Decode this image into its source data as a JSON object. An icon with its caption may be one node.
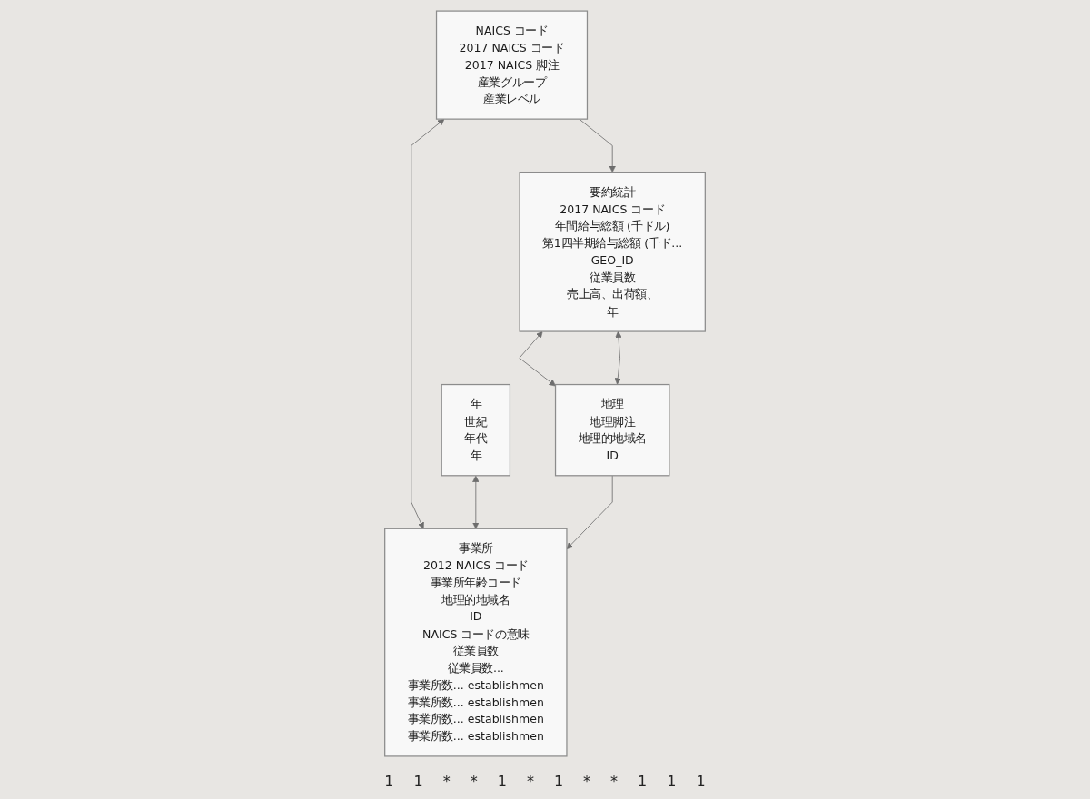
{
  "diagram": {
    "nodes": [
      {
        "text": [
          "NAICS コード",
          "2017 NAICS コード",
          "2017 NAICS 脚注",
          "産業グループ",
          "産業レベル"
        ]
      },
      {
        "text": [
          "年",
          "世紀",
          "年代",
          "年"
        ]
      },
      {
        "text": [
          "事業所",
          "2012 NAICS コード",
          "事業所年齢コード",
          "地理的地域名",
          "ID",
          "NAICS コードの意味",
          "従業員数",
          "従業員数...",
          "事業所数... establishmen",
          "事業所数... establishmen",
          "事業所数... establishmen",
          "事業所数... establishmen"
        ]
      },
      {
        "text": [
          "要約統計",
          "2017 NAICS コード",
          "年間給与総額 (千ドル)",
          "第1四半期給与総額 (千ド...",
          "GEO_ID",
          "従業員数",
          "売上高、出荷額、",
          "年"
        ]
      },
      {
        "text": [
          "地理",
          "地理脚注",
          "地理的地域名",
          "ID"
        ]
      }
    ],
    "edges": [
      {
        "from": 0,
        "to": 2,
        "arrow": "both"
      },
      {
        "from": 0,
        "to": 3,
        "arrow": "to"
      },
      {
        "from": 1,
        "to": 2,
        "arrow": "both"
      },
      {
        "from": 3,
        "to": 4,
        "arrow": "both"
      },
      {
        "from": 4,
        "to": 2,
        "arrow": "to"
      },
      {
        "from": 4,
        "to": 3,
        "arrow": "both"
      }
    ],
    "labels": [
      "1",
      "1",
      "*",
      "*",
      "1",
      "*",
      "1",
      "*",
      "*",
      "1",
      "1",
      "1"
    ]
  }
}
